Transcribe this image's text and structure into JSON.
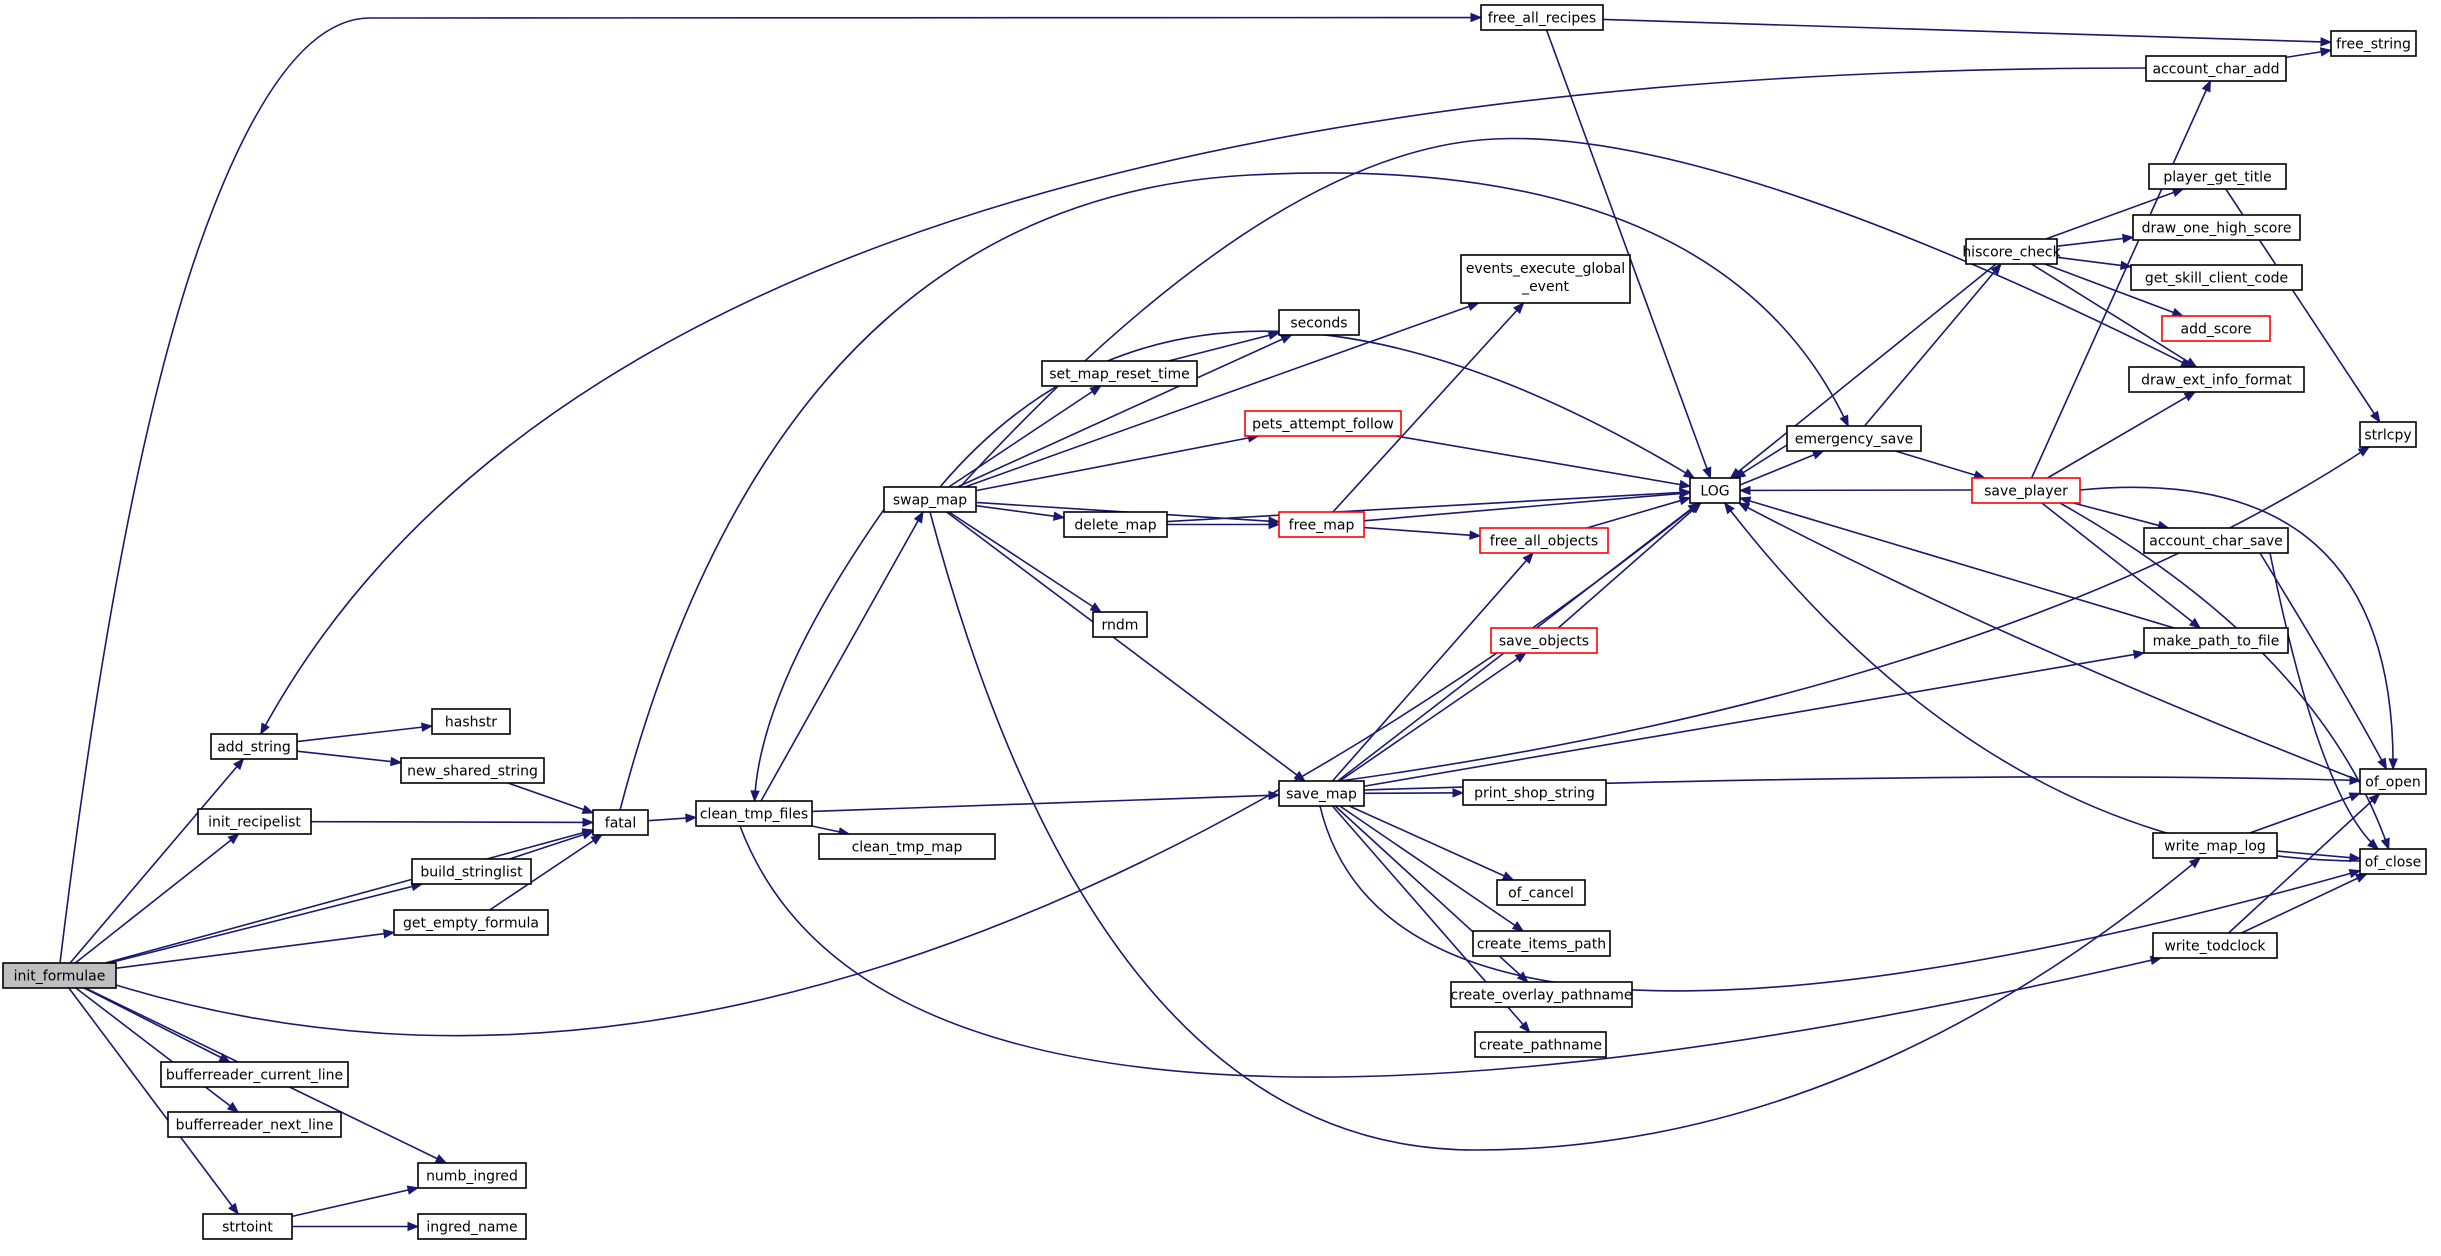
{
  "diagram": {
    "colors": {
      "edge": "#191970",
      "node_border": "#000000",
      "node_border_incomplete": "#ff0000",
      "root_fill": "#bfbfbf"
    },
    "nodes": [
      {
        "id": "init_formulae",
        "label": "init_formulae",
        "root": true
      },
      {
        "id": "add_string",
        "label": "add_string"
      },
      {
        "id": "hashstr",
        "label": "hashstr"
      },
      {
        "id": "new_shared_string",
        "label": "new_shared_string"
      },
      {
        "id": "init_recipelist",
        "label": "init_recipelist"
      },
      {
        "id": "fatal",
        "label": "fatal"
      },
      {
        "id": "build_stringlist",
        "label": "build_stringlist"
      },
      {
        "id": "get_empty_formula",
        "label": "get_empty_formula"
      },
      {
        "id": "bufferreader_current_line",
        "label": "bufferreader_current_line"
      },
      {
        "id": "bufferreader_next_line",
        "label": "bufferreader_next_line"
      },
      {
        "id": "numb_ingred",
        "label": "numb_ingred"
      },
      {
        "id": "strtoint",
        "label": "strtoint"
      },
      {
        "id": "ingred_name",
        "label": "ingred_name"
      },
      {
        "id": "clean_tmp_files",
        "label": "clean_tmp_files"
      },
      {
        "id": "clean_tmp_map",
        "label": "clean_tmp_map"
      },
      {
        "id": "swap_map",
        "label": "swap_map"
      },
      {
        "id": "set_map_reset_time",
        "label": "set_map_reset_time"
      },
      {
        "id": "seconds",
        "label": "seconds"
      },
      {
        "id": "events_execute_global_event",
        "label": "events_execute_global",
        "label2": "_event"
      },
      {
        "id": "pets_attempt_follow",
        "label": "pets_attempt_follow",
        "incomplete": true
      },
      {
        "id": "delete_map",
        "label": "delete_map"
      },
      {
        "id": "free_map",
        "label": "free_map",
        "incomplete": true
      },
      {
        "id": "free_all_objects",
        "label": "free_all_objects",
        "incomplete": true
      },
      {
        "id": "rndm",
        "label": "rndm"
      },
      {
        "id": "save_objects",
        "label": "save_objects",
        "incomplete": true
      },
      {
        "id": "save_map",
        "label": "save_map"
      },
      {
        "id": "print_shop_string",
        "label": "print_shop_string"
      },
      {
        "id": "of_cancel",
        "label": "of_cancel"
      },
      {
        "id": "create_items_path",
        "label": "create_items_path"
      },
      {
        "id": "create_overlay_pathname",
        "label": "create_overlay_pathname"
      },
      {
        "id": "create_pathname",
        "label": "create_pathname"
      },
      {
        "id": "free_all_recipes",
        "label": "free_all_recipes"
      },
      {
        "id": "LOG",
        "label": "LOG"
      },
      {
        "id": "emergency_save",
        "label": "emergency_save"
      },
      {
        "id": "hiscore_check",
        "label": "hiscore_check"
      },
      {
        "id": "save_player",
        "label": "save_player",
        "incomplete": true
      },
      {
        "id": "account_char_add",
        "label": "account_char_add"
      },
      {
        "id": "free_string",
        "label": "free_string"
      },
      {
        "id": "player_get_title",
        "label": "player_get_title"
      },
      {
        "id": "draw_one_high_score",
        "label": "draw_one_high_score"
      },
      {
        "id": "get_skill_client_code",
        "label": "get_skill_client_code"
      },
      {
        "id": "add_score",
        "label": "add_score",
        "incomplete": true
      },
      {
        "id": "draw_ext_info_format",
        "label": "draw_ext_info_format"
      },
      {
        "id": "strlcpy",
        "label": "strlcpy"
      },
      {
        "id": "account_char_save",
        "label": "account_char_save"
      },
      {
        "id": "make_path_to_file",
        "label": "make_path_to_file"
      },
      {
        "id": "of_open",
        "label": "of_open"
      },
      {
        "id": "of_close",
        "label": "of_close"
      },
      {
        "id": "write_map_log",
        "label": "write_map_log"
      },
      {
        "id": "write_todclock",
        "label": "write_todclock"
      }
    ],
    "edges": [
      [
        "init_formulae",
        "free_all_recipes"
      ],
      [
        "init_formulae",
        "add_string"
      ],
      [
        "init_formulae",
        "init_recipelist"
      ],
      [
        "init_formulae",
        "build_stringlist"
      ],
      [
        "init_formulae",
        "get_empty_formula"
      ],
      [
        "init_formulae",
        "fatal"
      ],
      [
        "init_formulae",
        "LOG"
      ],
      [
        "init_formulae",
        "bufferreader_current_line"
      ],
      [
        "init_formulae",
        "bufferreader_next_line"
      ],
      [
        "init_formulae",
        "numb_ingred"
      ],
      [
        "init_formulae",
        "strtoint"
      ],
      [
        "add_string",
        "hashstr"
      ],
      [
        "add_string",
        "new_shared_string"
      ],
      [
        "new_shared_string",
        "fatal"
      ],
      [
        "init_recipelist",
        "fatal"
      ],
      [
        "build_stringlist",
        "fatal"
      ],
      [
        "get_empty_formula",
        "fatal"
      ],
      [
        "strtoint",
        "numb_ingred"
      ],
      [
        "strtoint",
        "ingred_name"
      ],
      [
        "fatal",
        "clean_tmp_files"
      ],
      [
        "fatal",
        "emergency_save"
      ],
      [
        "clean_tmp_files",
        "swap_map"
      ],
      [
        "clean_tmp_files",
        "clean_tmp_map"
      ],
      [
        "clean_tmp_files",
        "save_map"
      ],
      [
        "clean_tmp_files",
        "write_todclock"
      ],
      [
        "swap_map",
        "clean_tmp_files"
      ],
      [
        "swap_map",
        "events_execute_global_event"
      ],
      [
        "swap_map",
        "seconds"
      ],
      [
        "swap_map",
        "set_map_reset_time"
      ],
      [
        "swap_map",
        "LOG"
      ],
      [
        "swap_map",
        "pets_attempt_follow"
      ],
      [
        "swap_map",
        "delete_map"
      ],
      [
        "swap_map",
        "free_map"
      ],
      [
        "swap_map",
        "rndm"
      ],
      [
        "swap_map",
        "save_map"
      ],
      [
        "swap_map",
        "write_map_log"
      ],
      [
        "swap_map",
        "draw_ext_info_format"
      ],
      [
        "set_map_reset_time",
        "seconds"
      ],
      [
        "pets_attempt_follow",
        "LOG"
      ],
      [
        "delete_map",
        "free_map"
      ],
      [
        "delete_map",
        "LOG"
      ],
      [
        "free_map",
        "events_execute_global_event"
      ],
      [
        "free_map",
        "LOG"
      ],
      [
        "free_map",
        "free_all_objects"
      ],
      [
        "free_all_objects",
        "LOG"
      ],
      [
        "save_objects",
        "LOG"
      ],
      [
        "save_map",
        "free_all_objects"
      ],
      [
        "save_map",
        "save_objects"
      ],
      [
        "save_map",
        "LOG"
      ],
      [
        "save_map",
        "strlcpy"
      ],
      [
        "save_map",
        "make_path_to_file"
      ],
      [
        "save_map",
        "of_open"
      ],
      [
        "save_map",
        "print_shop_string"
      ],
      [
        "save_map",
        "of_cancel"
      ],
      [
        "save_map",
        "create_items_path"
      ],
      [
        "save_map",
        "create_overlay_pathname"
      ],
      [
        "save_map",
        "create_pathname"
      ],
      [
        "save_map",
        "of_close"
      ],
      [
        "free_all_recipes",
        "free_string"
      ],
      [
        "free_all_recipes",
        "LOG"
      ],
      [
        "account_char_add",
        "free_string"
      ],
      [
        "account_char_add",
        "add_string"
      ],
      [
        "emergency_save",
        "LOG"
      ],
      [
        "emergency_save",
        "hiscore_check"
      ],
      [
        "emergency_save",
        "save_player"
      ],
      [
        "LOG",
        "emergency_save"
      ],
      [
        "hiscore_check",
        "LOG"
      ],
      [
        "hiscore_check",
        "player_get_title"
      ],
      [
        "hiscore_check",
        "draw_one_high_score"
      ],
      [
        "hiscore_check",
        "get_skill_client_code"
      ],
      [
        "hiscore_check",
        "add_score"
      ],
      [
        "hiscore_check",
        "draw_ext_info_format"
      ],
      [
        "player_get_title",
        "strlcpy"
      ],
      [
        "save_player",
        "LOG"
      ],
      [
        "save_player",
        "account_char_add"
      ],
      [
        "save_player",
        "draw_ext_info_format"
      ],
      [
        "save_player",
        "account_char_save"
      ],
      [
        "save_player",
        "make_path_to_file"
      ],
      [
        "save_player",
        "of_open"
      ],
      [
        "save_player",
        "of_close"
      ],
      [
        "account_char_save",
        "of_open"
      ],
      [
        "account_char_save",
        "of_close"
      ],
      [
        "make_path_to_file",
        "LOG"
      ],
      [
        "of_open",
        "LOG"
      ],
      [
        "of_close",
        "LOG"
      ],
      [
        "write_map_log",
        "of_open"
      ],
      [
        "write_map_log",
        "of_close"
      ],
      [
        "write_todclock",
        "of_open"
      ],
      [
        "write_todclock",
        "of_close"
      ]
    ]
  }
}
